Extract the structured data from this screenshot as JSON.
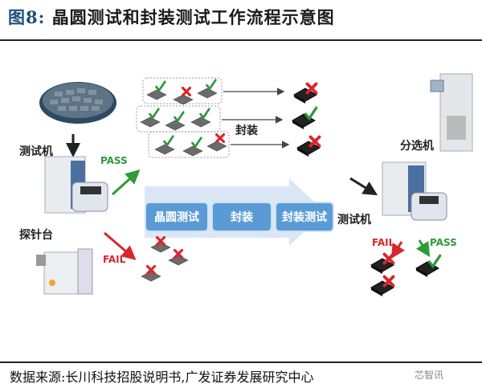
{
  "figure": {
    "title_prefix": "图8:",
    "title": "晶圆测试和封装测试工作流程示意图",
    "source": "数据来源:长川科技招股说明书,广发证券发展研究中心",
    "watermark": "芯智讯"
  },
  "labels": {
    "tester_left": "测试机",
    "prober": "探针台",
    "packaging": "封装",
    "handler": "分选机",
    "tester_right": "测试机",
    "pass_left": "PASS",
    "fail_left": "FAIL",
    "fail_right": "FAIL",
    "pass_right": "PASS"
  },
  "process_flow": {
    "stages": [
      "晶圆测试",
      "封装",
      "封装测试"
    ]
  },
  "wafer_groups": [
    {
      "dies": [
        "pass",
        "fail",
        "pass"
      ]
    },
    {
      "dies": [
        "pass",
        "pass",
        "pass"
      ]
    },
    {
      "dies": [
        "pass",
        "pass",
        "fail"
      ]
    }
  ],
  "packaged_chips": [
    "fail",
    "pass",
    "fail"
  ],
  "failed_wafer_dies": 3,
  "final_sort": {
    "fail_count": 2,
    "pass_count": 1
  },
  "colors": {
    "pass": "#2e9a3a",
    "fail": "#d9262c",
    "stage_fill": "#5b9bd5",
    "arrow_band": "#dbe7f5"
  }
}
